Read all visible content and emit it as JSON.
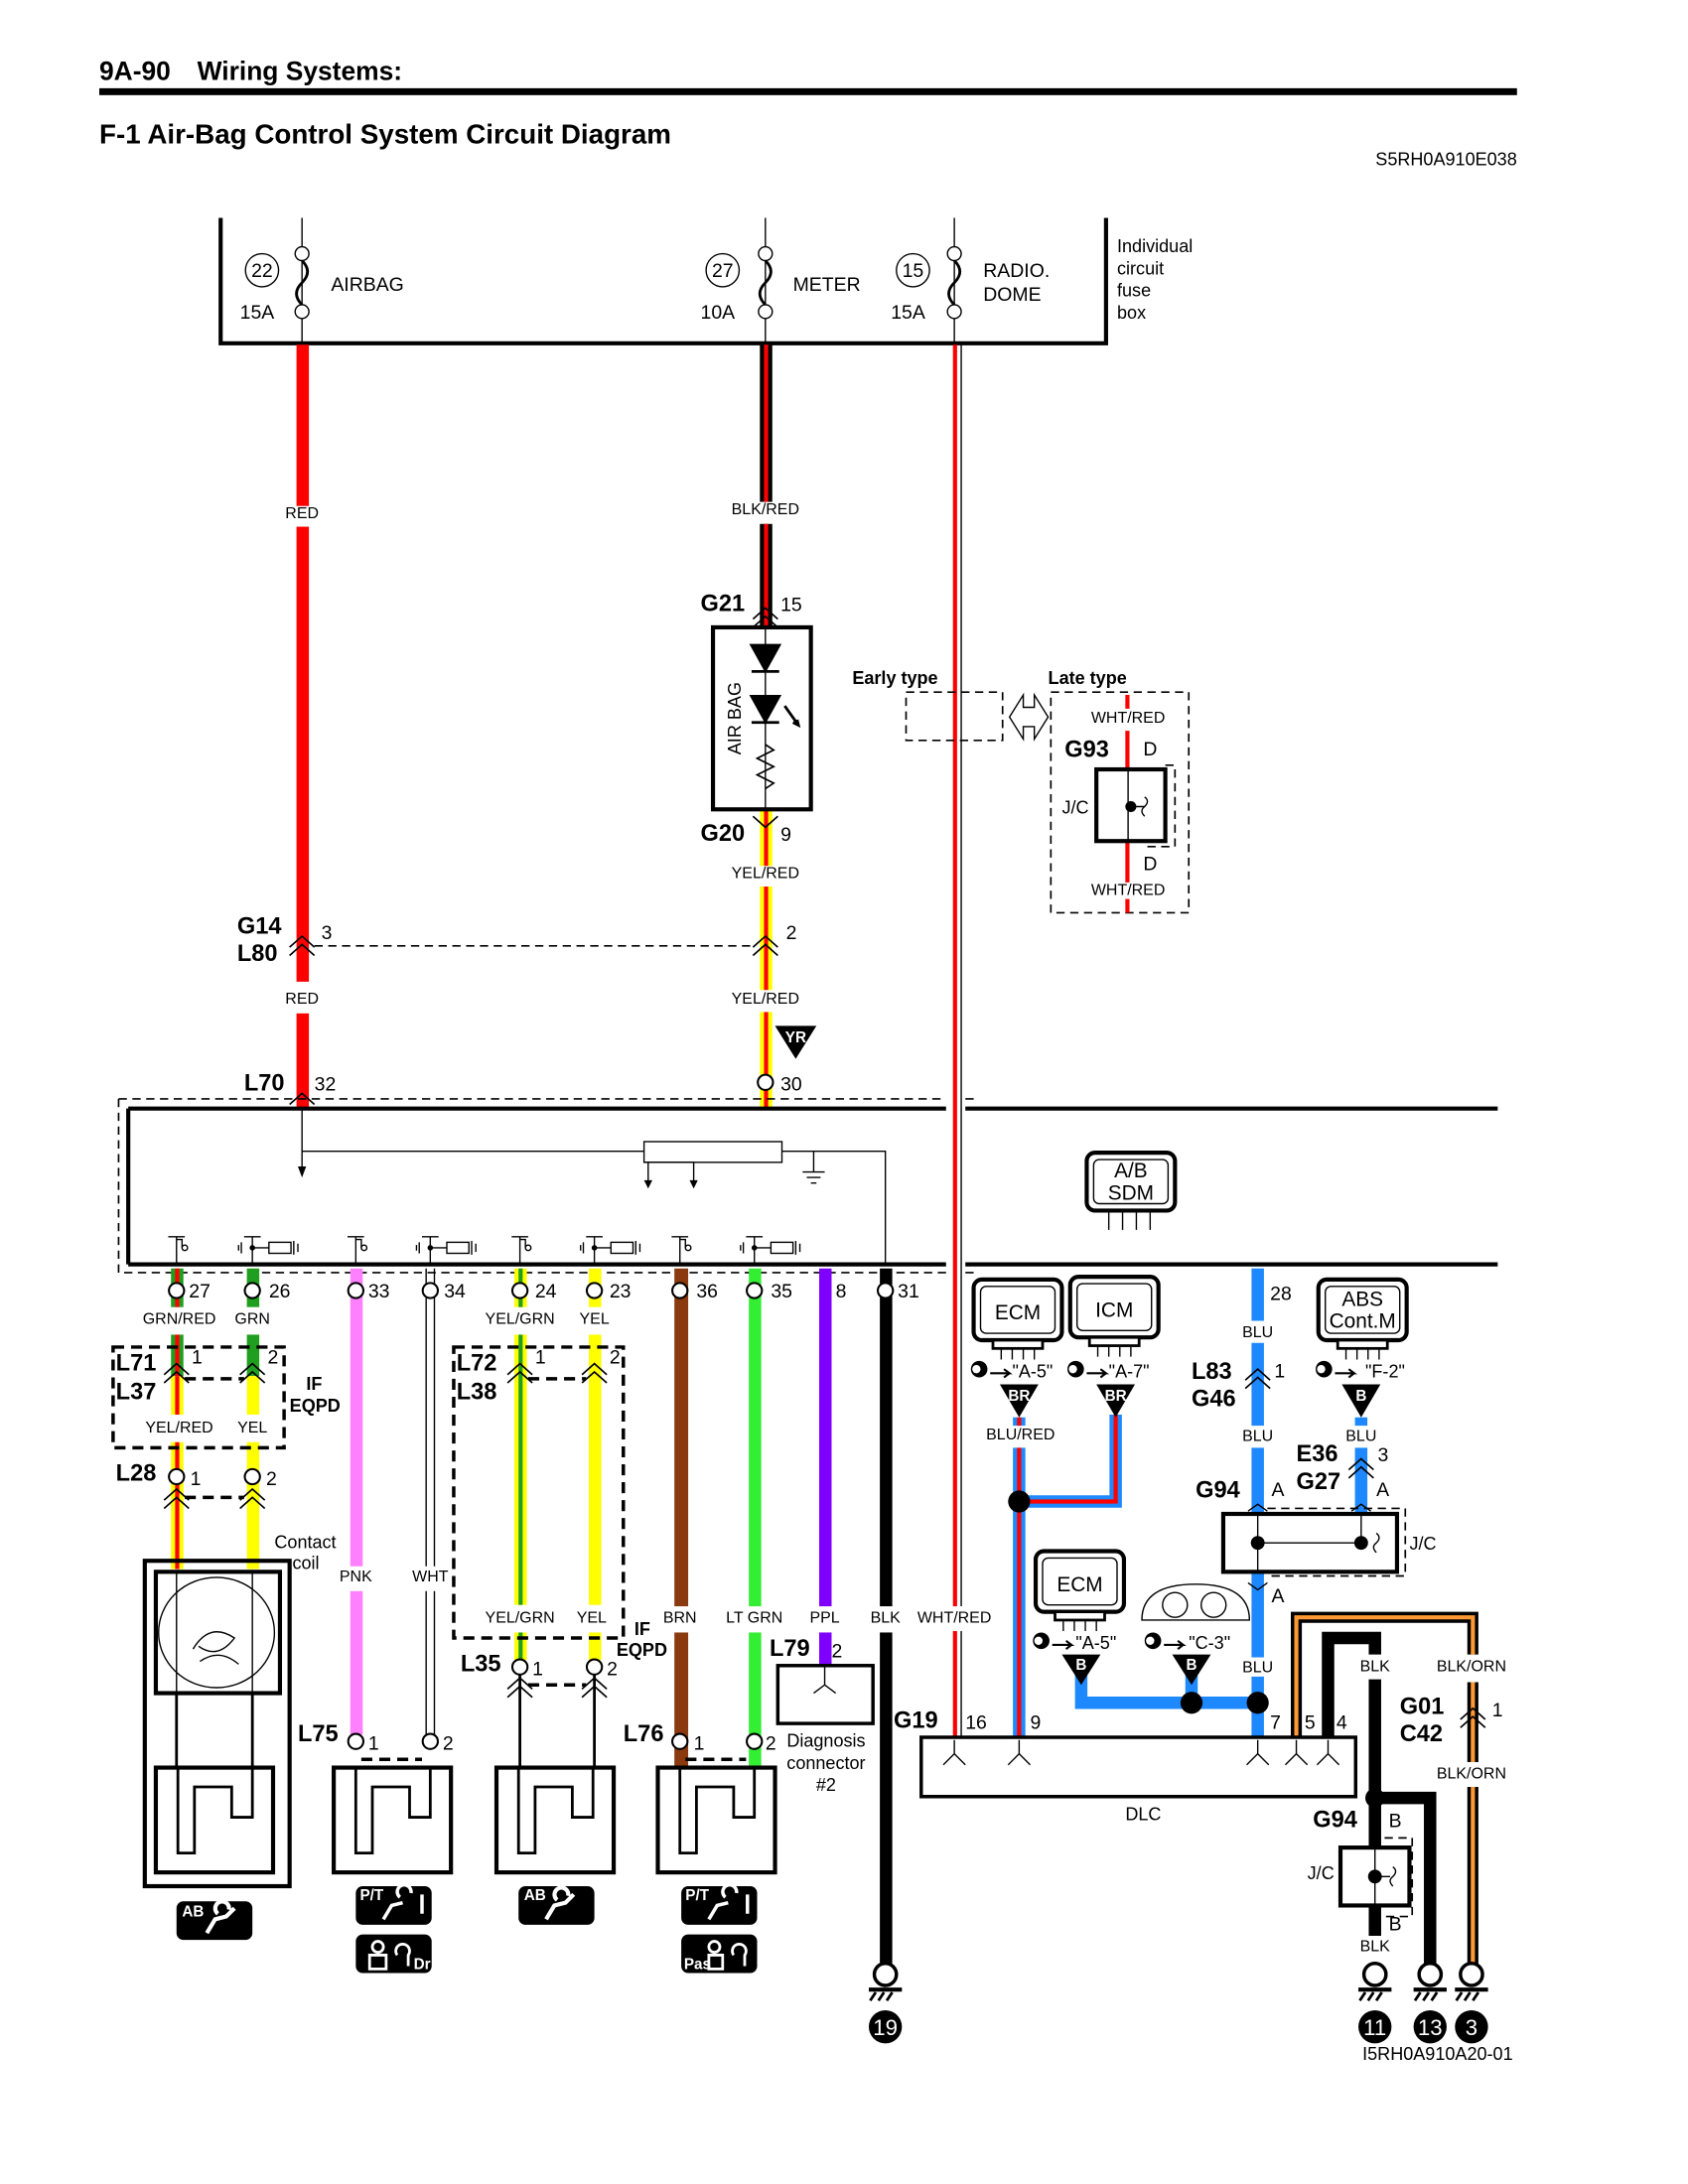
{
  "header": {
    "section": "9A-90",
    "section_title": "Wiring Systems:",
    "title": "F-1 Air-Bag Control System Circuit Diagram",
    "doc_code": "S5RH0A910E038",
    "figure_code": "I5RH0A910A20-01"
  },
  "fuse_box": {
    "label_lines": [
      "Individual",
      "circuit",
      "fuse",
      "box"
    ],
    "fuses": [
      {
        "number": "22",
        "rating": "15A",
        "name": "AIRBAG"
      },
      {
        "number": "27",
        "rating": "10A",
        "name": "METER"
      },
      {
        "number": "15",
        "rating": "15A",
        "name_lines": [
          "RADIO.",
          "DOME"
        ]
      }
    ]
  },
  "colors": {
    "RED": "#ff0000",
    "BLK": "#000000",
    "YEL": "#ffff00",
    "GRN": "#1f9e1f",
    "LT_GRN": "#33ee33",
    "PNK": "#ff80ff",
    "BRN": "#8b3a0f",
    "PPL": "#7f00ff",
    "BLU": "#1e88ff",
    "ORN": "#ff9933"
  },
  "wire_labels": {
    "red": "RED",
    "blk_red": "BLK/RED",
    "yel_red": "YEL/RED",
    "wht_red": "WHT/RED",
    "grn_red": "GRN/RED",
    "grn": "GRN",
    "yel": "YEL",
    "yel_grn": "YEL/GRN",
    "pnk": "PNK",
    "wht": "WHT",
    "brn": "BRN",
    "lt_grn": "LT GRN",
    "ppl": "PPL",
    "blk": "BLK",
    "blu": "BLU",
    "blu_red": "BLU/RED",
    "blk_orn": "BLK/ORN"
  },
  "connectors": {
    "G21": "G21",
    "G20": "G20",
    "G14": "G14",
    "L80": "L80",
    "L70": "L70",
    "G93": "G93",
    "L71": "L71",
    "L37": "L37",
    "L28": "L28",
    "L72": "L72",
    "L38": "L38",
    "L35": "L35",
    "L75": "L75",
    "L76": "L76",
    "L79": "L79",
    "G19": "G19",
    "L83": "L83",
    "G46": "G46",
    "G94": "G94",
    "E36": "E36",
    "G27": "G27",
    "G01": "G01",
    "C42": "C42"
  },
  "pins": {
    "p15": "15",
    "p9": "9",
    "p3": "3",
    "p2": "2",
    "p32": "32",
    "p30": "30",
    "p27": "27",
    "p26": "26",
    "p33": "33",
    "p34": "34",
    "p24": "24",
    "p23": "23",
    "p36": "36",
    "p35": "35",
    "p8": "8",
    "p31": "31",
    "p1": "1",
    "p28": "28",
    "p16": "16",
    "p7": "7",
    "p5": "5",
    "p4": "4",
    "A": "A",
    "B": "B",
    "D": "D"
  },
  "labels": {
    "meter_airbag": "AIR BAG",
    "early_type": "Early type",
    "late_type": "Late type",
    "jc": "J/C",
    "if_eqpd": [
      "IF",
      "EQPD"
    ],
    "contact_coil": [
      "Contact",
      "coil"
    ],
    "diagnosis_connector": [
      "Diagnosis",
      "connector",
      "#2"
    ],
    "dlc": "DLC",
    "sdm": [
      "A/B",
      "SDM"
    ],
    "yr": "YR",
    "br": "BR",
    "b": "B"
  },
  "modules": {
    "ecm": "ECM",
    "icm": "ICM",
    "abs": [
      "ABS",
      "Cont.M"
    ]
  },
  "references": {
    "ecm_a5": "\"A-5\"",
    "icm_a7": "\"A-7\"",
    "abs_f2": "\"F-2\"",
    "cluster_c3": "\"C-3\""
  },
  "grounds": [
    "19",
    "11",
    "13",
    "3"
  ],
  "icon_tags": {
    "ab": "AB",
    "pt": "P/T",
    "dr": "Dr",
    "pas": "Pas"
  }
}
